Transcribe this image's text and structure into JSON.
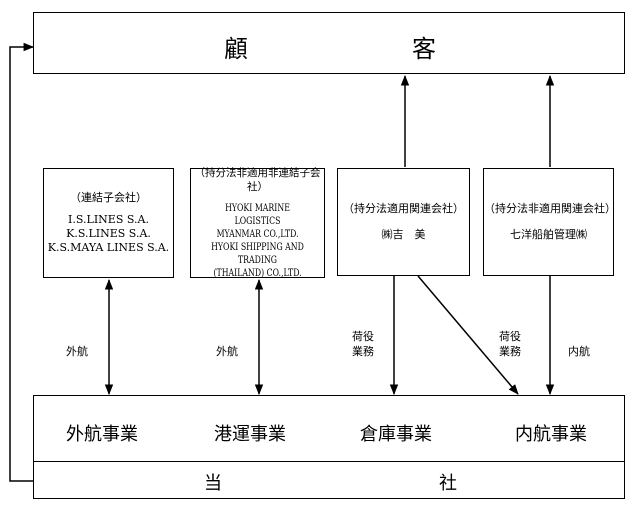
{
  "customers": {
    "left": "顧",
    "right": "客"
  },
  "entities": [
    {
      "title": "（連結子会社）",
      "lines": [
        "I.S.LINES S.A.",
        "K.S.LINES S.A.",
        "K.S.MAYA LINES S.A."
      ]
    },
    {
      "title": "（持分法非適用非連結子会社）",
      "lines": [
        "HYOKI MARINE LOGISTICS",
        "MYANMAR CO.,LTD.",
        "HYOKI SHIPPING AND TRADING",
        "(THAILAND) CO.,LTD."
      ]
    },
    {
      "title": "（持分法適用関連会社）",
      "lines": [
        "㈱吉　美"
      ]
    },
    {
      "title": "（持分法非適用関連会社）",
      "lines": [
        "七洋船舶管理㈱"
      ]
    }
  ],
  "links": {
    "gaiko1": "外航",
    "gaiko2": "外航",
    "niyaku1": [
      "荷役",
      "業務"
    ],
    "niyaku2": [
      "荷役",
      "業務"
    ],
    "naiko": "内航"
  },
  "businesses": [
    "外航事業",
    "港運事業",
    "倉庫事業",
    "内航事業"
  ],
  "company": {
    "left": "当",
    "right": "社"
  }
}
